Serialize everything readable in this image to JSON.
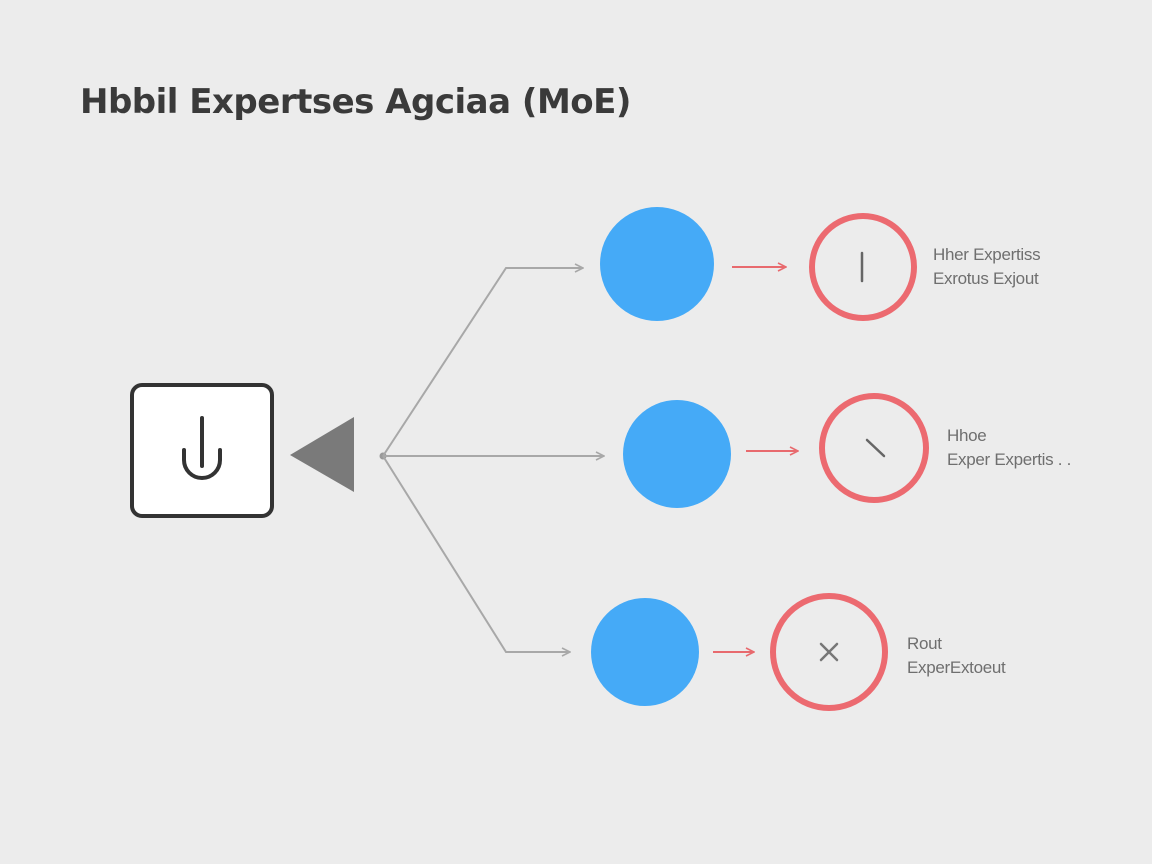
{
  "title": "Hbbil Expertses Agciaa (MoE)",
  "colors": {
    "background": "#ececec",
    "expert_fill": "#45aaf7",
    "output_ring": "#ec6a70",
    "arrow_gray": "#a8a8a8",
    "arrow_red": "#e86a6e",
    "gate_triangle": "#7a7a7a",
    "input_box_border": "#333333"
  },
  "nodes": {
    "input": {
      "icon": "power-hook-icon"
    },
    "gate": {
      "icon": "triangle-icon"
    }
  },
  "experts": [
    {
      "output_icon": "vertical-line-icon",
      "label_line1": "Hher Expertiss",
      "label_line2": "Exrotus Exjout"
    },
    {
      "output_icon": "diagonal-line-icon",
      "label_line1": "Hhoe",
      "label_line2": "Exper Expertis . ."
    },
    {
      "output_icon": "cross-icon",
      "label_line1": "Rout",
      "label_line2": "ExperExtoeut"
    }
  ]
}
